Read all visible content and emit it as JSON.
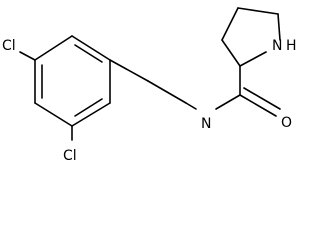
{
  "molecule": {
    "atoms": {
      "cl_top": "Cl",
      "cl_bottom": "Cl",
      "amide_n": "N",
      "ring_n": "N",
      "ring_h": "H",
      "carbonyl_o": "O"
    }
  }
}
